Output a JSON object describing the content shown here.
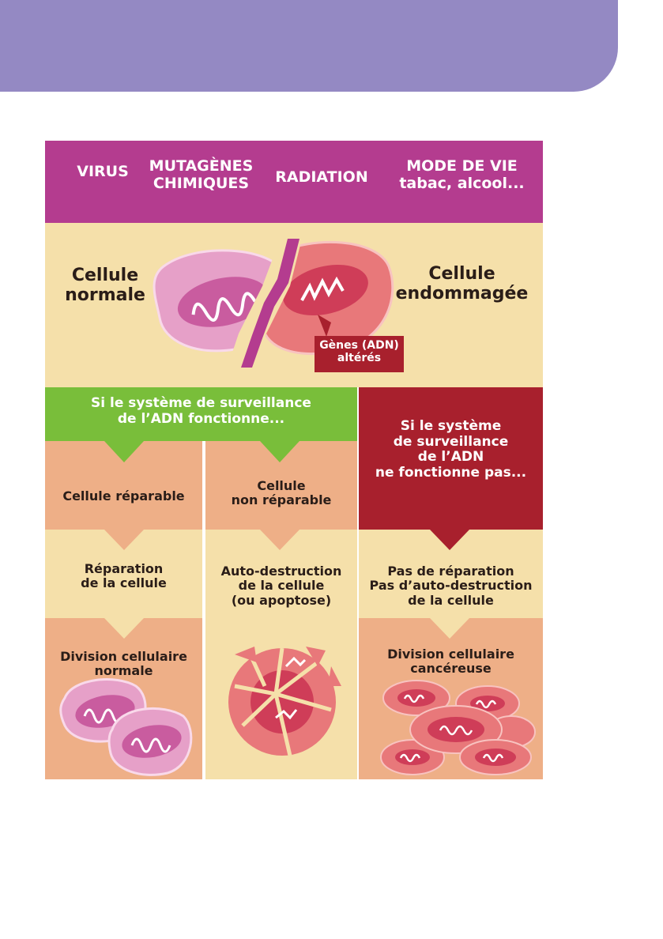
{
  "causes": {
    "virus": "VIRUS",
    "mutagenes_line1": "MUTAGÈNES",
    "mutagenes_line2": "CHIMIQUES",
    "radiation": "RADIATION",
    "mode_line1": "MODE DE VIE",
    "mode_line2": "tabac, alcool..."
  },
  "cells": {
    "normal_line1": "Cellule",
    "normal_line2": "normale",
    "damaged_line1": "Cellule",
    "damaged_line2": "endommagée",
    "genes_line1": "Gènes (ADN)",
    "genes_line2": "altérés"
  },
  "surveillance": {
    "works_line1": "Si le système de surveillance",
    "works_line2": "de l’ADN fonctionne...",
    "fails_line1": "Si le système",
    "fails_line2": "de surveillance",
    "fails_line3": "de l’ADN",
    "fails_line4": "ne fonctionne pas..."
  },
  "column1": {
    "state": "Cellule réparable",
    "action_line1": "Réparation",
    "action_line2": "de la cellule",
    "result_line1": "Division cellulaire",
    "result_line2": "normale"
  },
  "column2": {
    "state_line1": "Cellule",
    "state_line2": "non réparable",
    "action_line1": "Auto-destruction",
    "action_line2": "de la cellule",
    "action_line3": "(ou apoptose)"
  },
  "column3": {
    "action_line1": "Pas de réparation",
    "action_line2": "Pas d’auto-destruction",
    "action_line3": "de la cellule",
    "result_line1": "Division cellulaire",
    "result_line2": "cancéreuse"
  },
  "colors": {
    "banner": "#9489c3",
    "causes_band": "#b43c8f",
    "cream": "#f5e0aa",
    "green": "#79be3a",
    "salmon": "#eeaf87",
    "dark_red": "#a8202d",
    "pink_cell": "#e6a0c8",
    "damaged_cell": "#e8787a"
  }
}
